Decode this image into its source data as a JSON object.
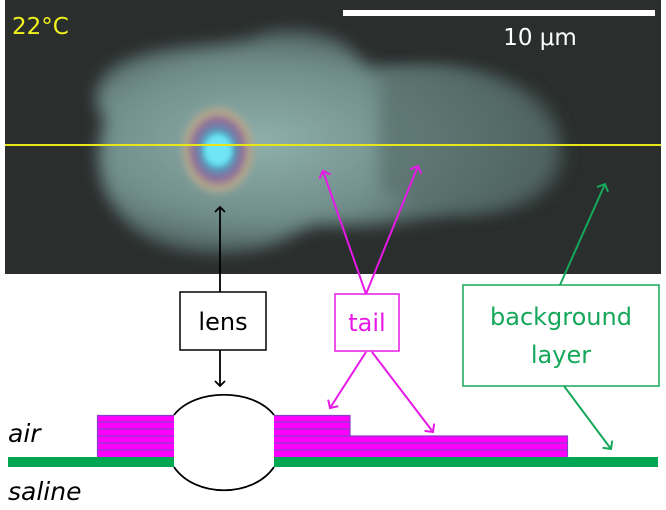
{
  "micrograph": {
    "temperature_label": "22°C",
    "scale_bar_label": "10 μm",
    "colors": {
      "background": "#2a2e2d",
      "cell": "#7f9b98",
      "temperature_text": "#f2f21e",
      "scale_text": "#ffffff",
      "scan_line": "#e6e61a"
    }
  },
  "callouts": {
    "lens": {
      "label": "lens",
      "color": "#000000"
    },
    "tail": {
      "label": "tail",
      "color": "#e619e6"
    },
    "background_layer": {
      "label_line1": "background",
      "label_line2": "layer",
      "color": "#16a85a"
    }
  },
  "schematic": {
    "top_medium_label": "air",
    "bottom_medium_label": "saline",
    "colors": {
      "background_layer": "#00a651",
      "tail_layers": "#ff00ff",
      "tail_layer_lines": "#8a3cc8",
      "lens_outline": "#000000"
    }
  }
}
